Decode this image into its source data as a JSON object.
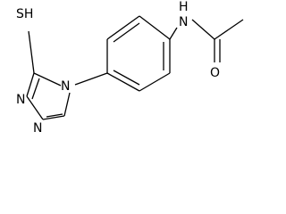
{
  "molecule": {
    "labels": {
      "sh": "SH",
      "nh": "N",
      "h": "H",
      "o": "O",
      "n_ring": "N",
      "n_ring_left_top": "N",
      "n_ring_left_bottom": "N"
    }
  },
  "colors": {
    "background": "#ffffff",
    "stroke": "#000000"
  }
}
